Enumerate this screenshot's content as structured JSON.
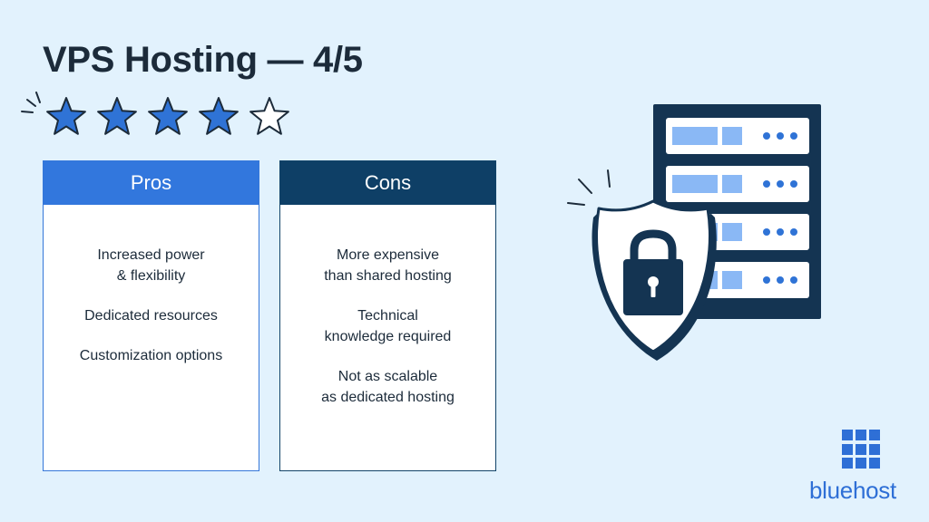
{
  "title": "VPS Hosting — 4/5",
  "rating": {
    "value": 4,
    "max": 5,
    "filled_color": "#2f73d6",
    "empty_color": "#ffffff"
  },
  "pros": {
    "heading": "Pros",
    "items": [
      {
        "lines": [
          "Increased power",
          "& flexibility"
        ]
      },
      {
        "lines": [
          "Dedicated resources"
        ]
      },
      {
        "lines": [
          "Customization options"
        ]
      }
    ]
  },
  "cons": {
    "heading": "Cons",
    "items": [
      {
        "lines": [
          "More expensive",
          "than shared hosting"
        ]
      },
      {
        "lines": [
          "Technical",
          "knowledge required"
        ]
      },
      {
        "lines": [
          "Not as scalable",
          "as dedicated hosting"
        ]
      }
    ]
  },
  "illustration": {
    "icons": [
      "server-rack-icon",
      "security-shield-icon",
      "padlock-icon"
    ]
  },
  "brand": {
    "name": "bluehost",
    "color": "#2e6fd6"
  }
}
